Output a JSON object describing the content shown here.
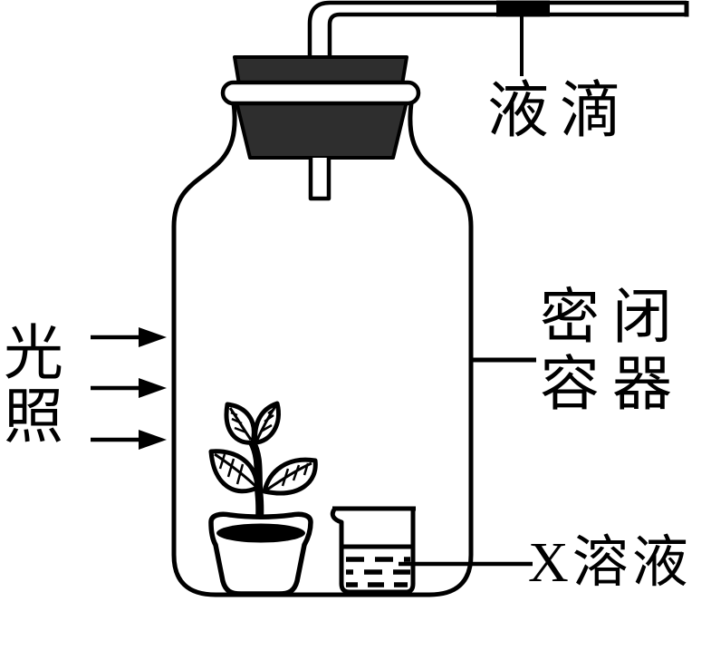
{
  "labels": {
    "droplet": "液滴",
    "light": "光照",
    "container": [
      "密闭",
      "容器"
    ],
    "solution": "X溶液"
  },
  "colors": {
    "ink": "#000000",
    "stopper_fill": "#2e2e2e",
    "background": "#ffffff"
  }
}
